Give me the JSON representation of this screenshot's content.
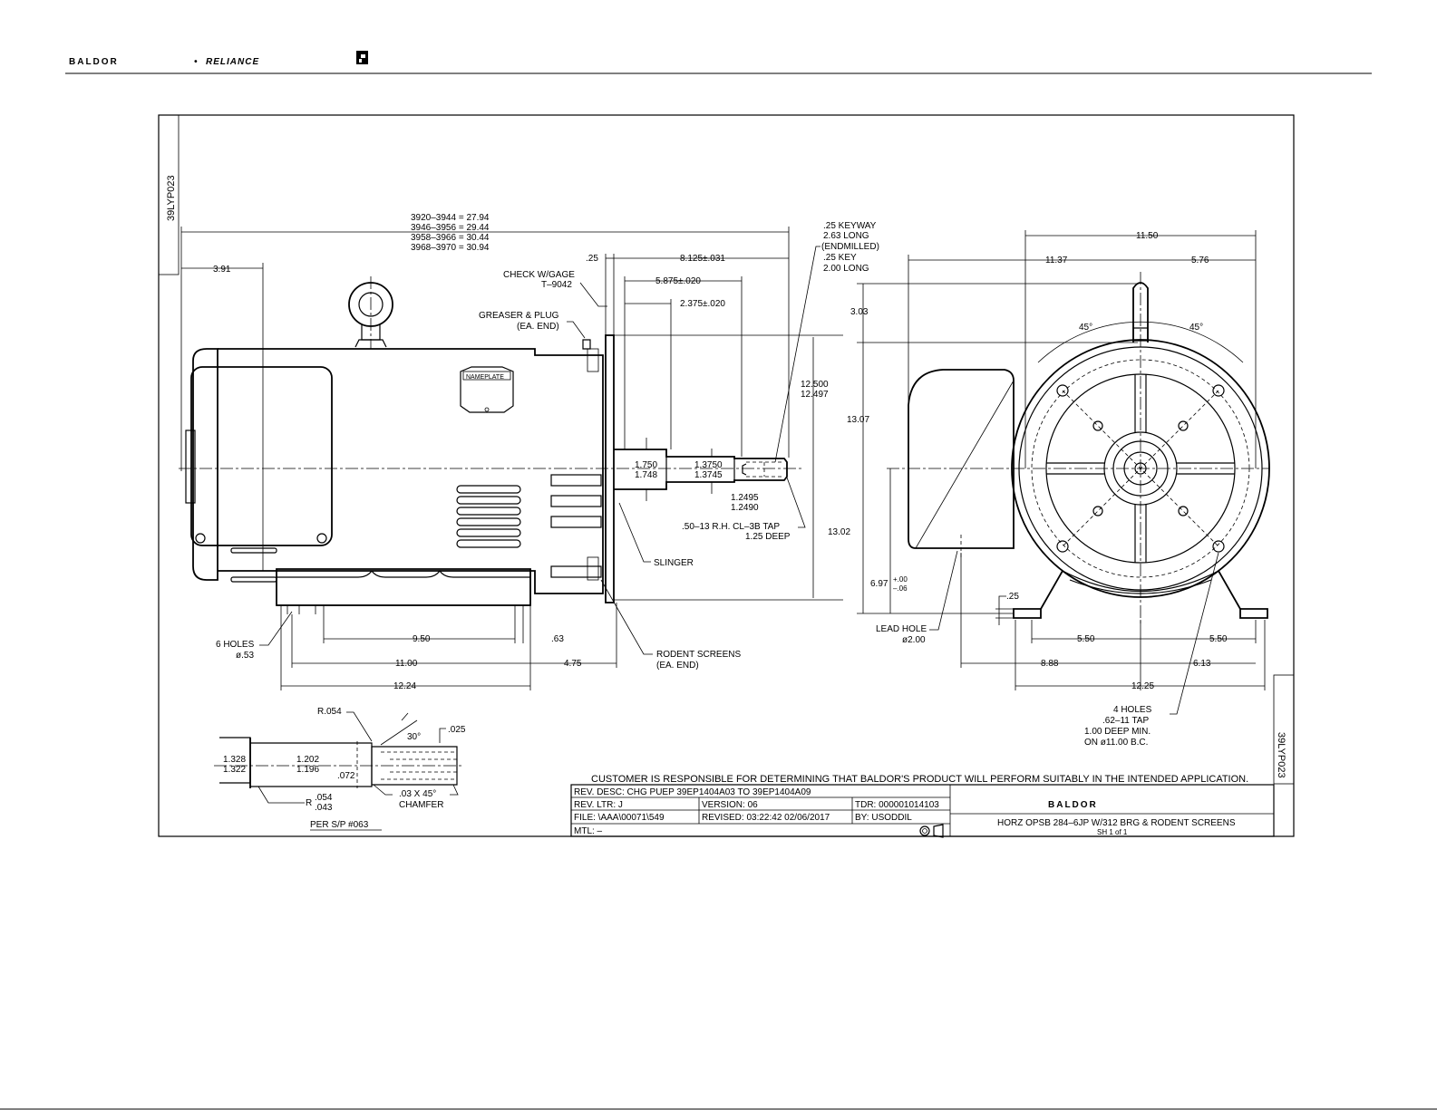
{
  "header": {
    "brand_baldor": "BALDOR",
    "brand_dot": "•",
    "brand_reliance": "RELIANCE"
  },
  "drawing": {
    "drawing_number": "39LYP023",
    "side_view": {
      "length_line1": "3920–3944 = 27.94",
      "length_line2": "3946–3956 = 29.44",
      "length_line3": "3958–3966 = 30.44",
      "length_line4": "3968–3970 = 30.94",
      "dim_391": "3.91",
      "dim_025": ".25",
      "dim_8125": "8.125±.031",
      "dim_5875": "5.875±.020",
      "dim_2375": "2.375±.020",
      "check_gage_1": "CHECK W/GAGE",
      "check_gage_2": "T–9042",
      "greaser_1": "GREASER & PLUG",
      "greaser_2": "(EA. END)",
      "keyway_1": ".25 KEYWAY",
      "keyway_2": "2.63 LONG",
      "keyway_3": "(ENDMILLED)",
      "keyway_4": ".25 KEY",
      "keyway_5": "2.00 LONG",
      "nameplate": "NAMEPLATE",
      "pilot_1": "12.500",
      "pilot_2": "12.497",
      "shaft_1750": "1.750",
      "shaft_1748": "1.748",
      "shaft_13750": "1.3750",
      "shaft_13745": "1.3745",
      "shaft_12495": "1.2495",
      "shaft_12490": "1.2490",
      "tap_1": ".50–13 R.H. CL–3B TAP",
      "tap_2": "1.25 DEEP",
      "slinger": "SLINGER",
      "rodent_1": "RODENT SCREENS",
      "rodent_2": "(EA. END)",
      "holes_1": "6 HOLES",
      "holes_2": "ø.53",
      "dim_950": "9.50",
      "dim_063": ".63",
      "dim_1100": "11.00",
      "dim_475": "4.75",
      "dim_1224": "12.24"
    },
    "end_view": {
      "dim_1150": "11.50",
      "dim_1137": "11.37",
      "dim_576": "5.76",
      "dim_303": "3.03",
      "angle_left": "45°",
      "angle_right": "45°",
      "dim_1307": "13.07",
      "dim_1302": "13.02",
      "dim_697": "6.97",
      "tol_plus": "+.00",
      "tol_minus": "–.06",
      "dim_025": ".25",
      "lead_hole_1": "LEAD HOLE",
      "lead_hole_2": "ø2.00",
      "dim_550_left": "5.50",
      "dim_550_right": "5.50",
      "dim_888": "8.88",
      "dim_613": "6.13",
      "dim_1225": "12.25",
      "bolt_1": "4 HOLES",
      "bolt_2": ".62–11 TAP",
      "bolt_3": "1.00 DEEP MIN.",
      "bolt_4": "ON ø11.00 B.C."
    },
    "shaft_detail": {
      "r054": "R.054",
      "angle30": "30°",
      "dim_025": ".025",
      "d1328": "1.328",
      "d1322": "1.322",
      "d1202": "1.202",
      "d1196": "1.196",
      "d072": ".072",
      "r_lower_1": ".054",
      "r_lower_2": ".043",
      "r_prefix": "R",
      "chamfer_1": ".03 X 45°",
      "chamfer_2": "CHAMFER",
      "per_sp": "PER S/P #063"
    },
    "title_block": {
      "disclaimer": "CUSTOMER IS RESPONSIBLE FOR DETERMINING THAT BALDOR'S PRODUCT WILL PERFORM SUITABLY IN THE INTENDED APPLICATION.",
      "rev_desc": "REV. DESC:  CHG PUEP 39EP1404A03 TO 39EP1404A09",
      "rev_ltr": "REV. LTR:   J",
      "version": "VERSION: 06",
      "tdr": "TDR: 000001014103",
      "file": "FILE: \\AAA\\00071\\549",
      "revised": "REVISED: 03:22:42 02/06/2017",
      "by": "BY:  USODDIL",
      "mtl": "MTL: –",
      "company": "BALDOR",
      "description": "HORZ OPSB 284–6JP W/312 BRG & RODENT SCREENS",
      "sheet": "SH 1 of 1"
    }
  }
}
